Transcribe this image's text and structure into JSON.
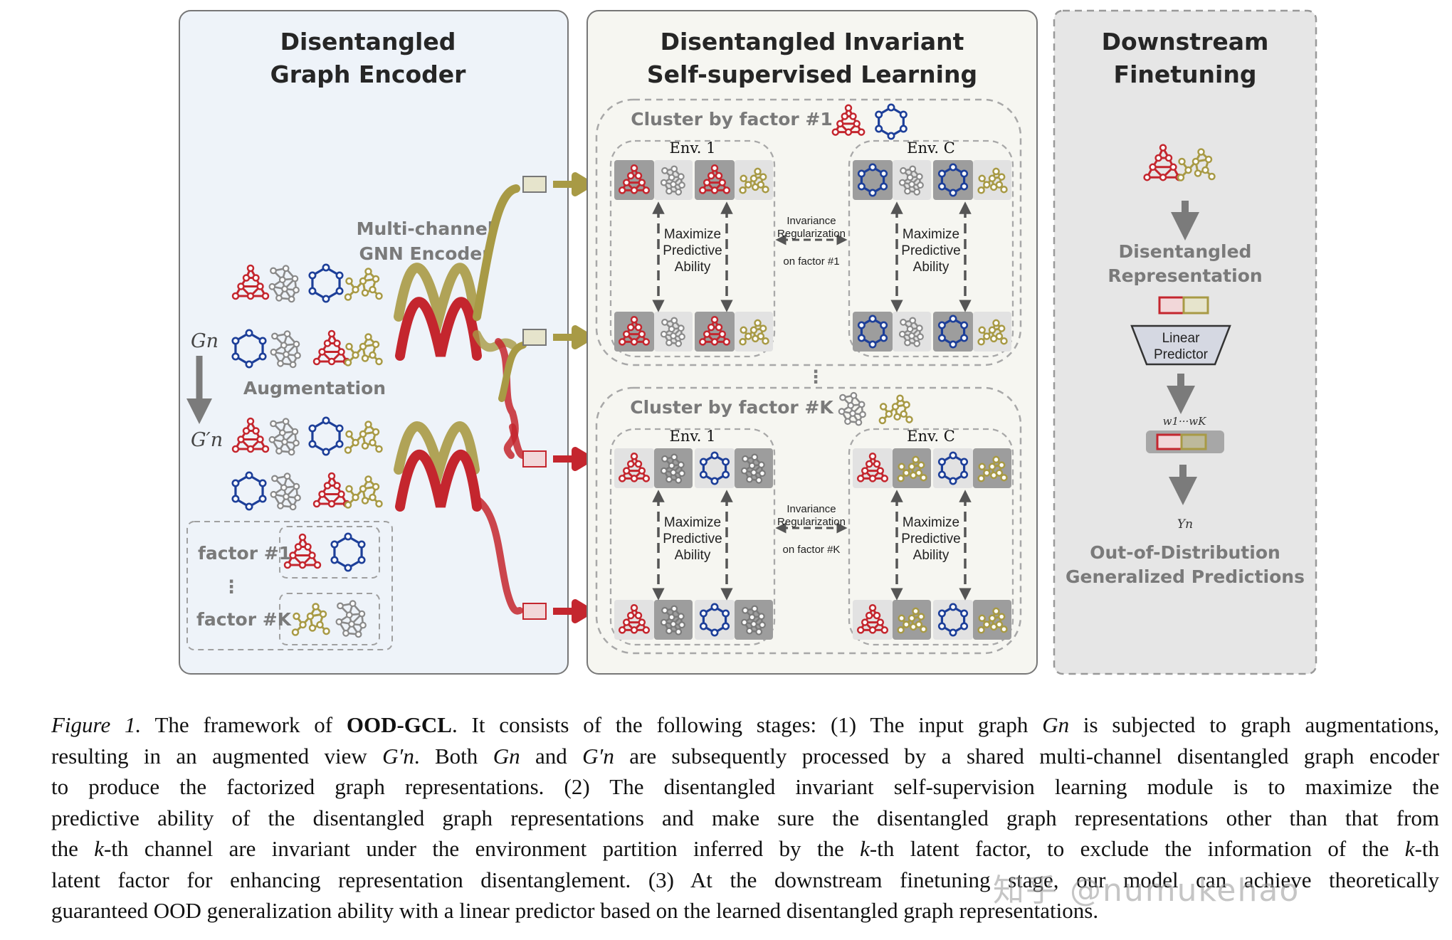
{
  "encoder_panel": {
    "title_line1": "Disentangled",
    "title_line2": "Graph Encoder",
    "gnn_label_line1": "Multi-channel",
    "gnn_label_line2": "GNN Encoder",
    "input_graph": "Gn",
    "augmented_graph": "G′n",
    "augmentation_label": "Augmentation",
    "factor_1_label": "factor #1",
    "factor_k_label": "factor #K",
    "factor_dots": "⋮"
  },
  "ssl_panel": {
    "title_line1": "Disentangled Invariant",
    "title_line2": "Self-supervised Learning",
    "clusters": [
      {
        "label": "Cluster by factor #1",
        "env_left": "Env. 1",
        "env_right": "Env. C",
        "maximize_line1": "Maximize",
        "maximize_line2": "Predictive",
        "maximize_line3": "Ability",
        "reg_line1": "Invariance",
        "reg_line2": "Regularization",
        "reg_line3": "on factor #1"
      },
      {
        "label": "Cluster by factor #K",
        "env_left": "Env. 1",
        "env_right": "Env. C",
        "maximize_line1": "Maximize",
        "maximize_line2": "Predictive",
        "maximize_line3": "Ability",
        "reg_line1": "Invariance",
        "reg_line2": "Regularization",
        "reg_line3": "on factor #K"
      }
    ],
    "cluster_dots": "⋮"
  },
  "downstream_panel": {
    "title_line1": "Downstream",
    "title_line2": "Finetuning",
    "repr_line1": "Disentangled",
    "repr_line2": "Representation",
    "predictor_line1": "Linear",
    "predictor_line2": "Predictor",
    "weights_label": "w1···wK",
    "output_label": "Yn",
    "result_line1": "Out-of-Distribution",
    "result_line2": "Generalized Predictions"
  },
  "colors": {
    "red": "#c4262e",
    "blue": "#1d3f99",
    "gold": "#a89a45",
    "gray_graph": "#8a8a8a",
    "encoder_bg": "#eef3f9",
    "ssl_bg": "#f6f6f1",
    "downstream_bg": "#e6e6e6"
  },
  "caption": {
    "line1": {
      "fig": "Figure 1.",
      "a": " The framework of ",
      "b": "OOD-GCL",
      "c": ". It consists of the following stages: (1) The input graph ",
      "m1": "Gn",
      "d": " is subjected to graph augmentations,"
    },
    "line2": {
      "a": "resulting in an augmented view ",
      "m1": "G′n",
      "b": ". Both ",
      "m2": "Gn",
      "c": " and ",
      "m3": "G′n",
      "d": " are subsequently processed by a shared multi-channel disentangled graph encoder"
    },
    "line3": "to produce the factorized graph representations.  (2) The disentangled invariant self-supervision learning module is to maximize the",
    "line4": "predictive ability of the disentangled graph representations and make sure the disentangled graph representations other than that from",
    "line5": {
      "a": "the ",
      "m1": "k",
      "b": "-th channel are invariant under the environment partition inferred by the ",
      "m2": "k",
      "c": "-th latent factor, to exclude the information of the ",
      "m3": "k",
      "d": "-th"
    },
    "line6": "latent factor for enhancing representation disentanglement. (3) At the downstream finetuning stage, our model can achieve theoretically",
    "line7": "guaranteed OOD generalization ability with a linear predictor based on the learned disentangled graph representations."
  },
  "watermark": "知乎 @numukehao"
}
